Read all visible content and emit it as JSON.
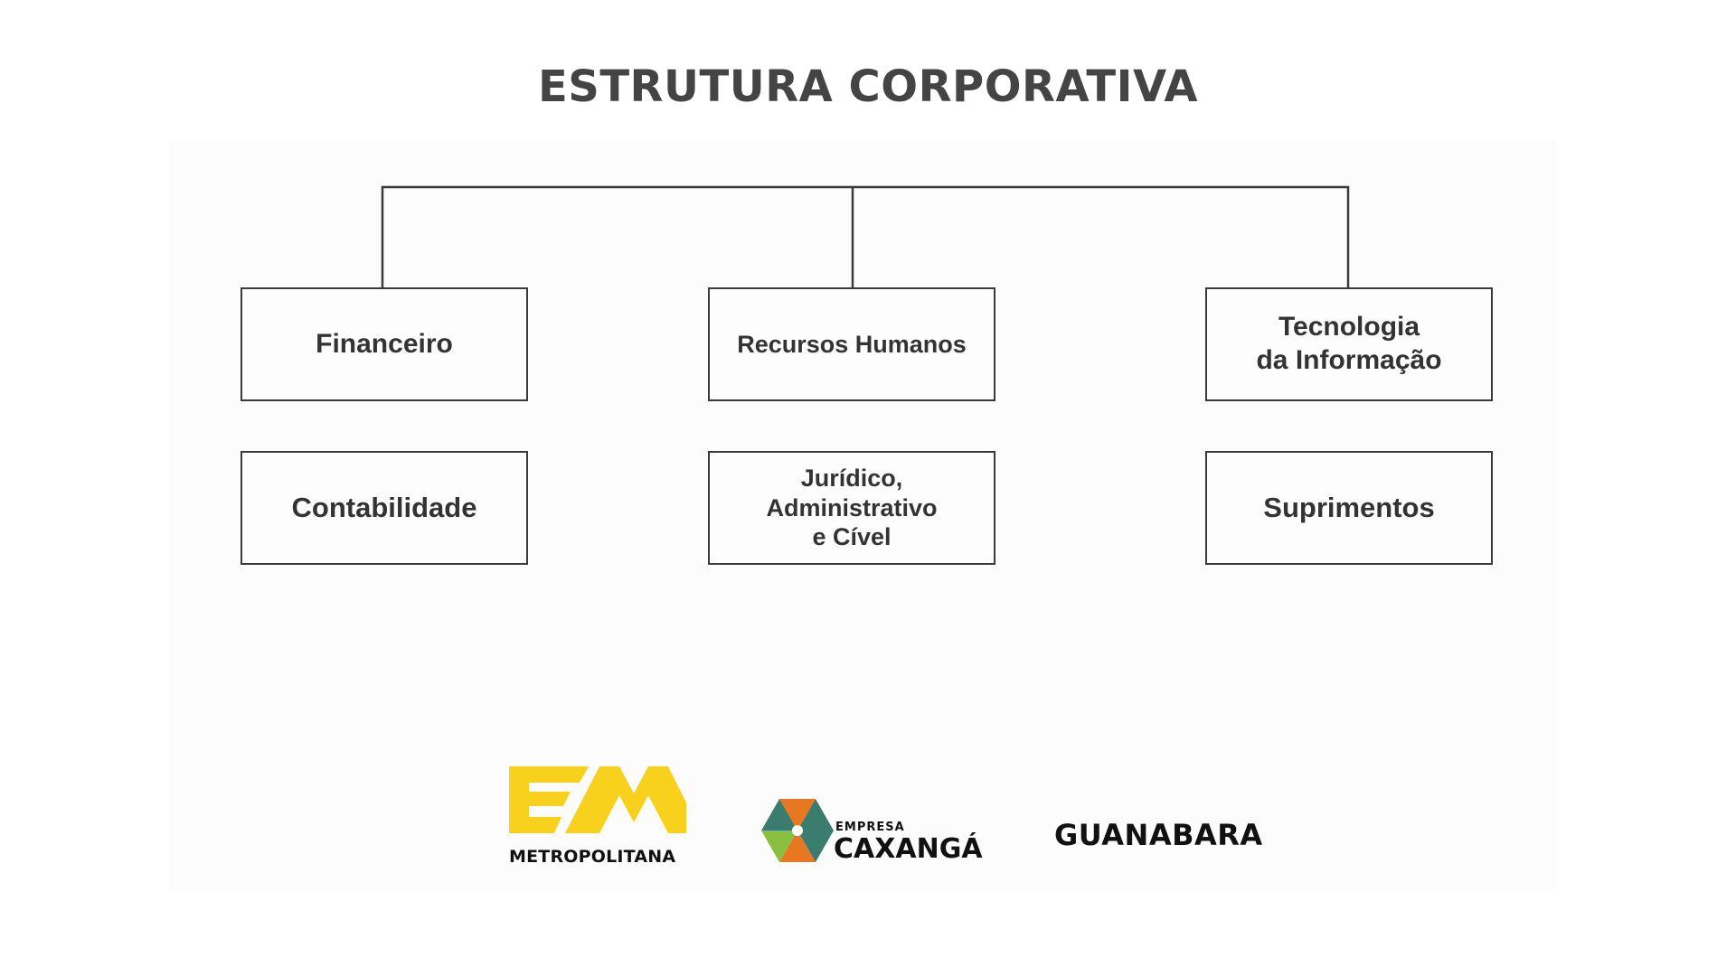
{
  "title": "ESTRUTURA CORPORATIVA",
  "departments": [
    {
      "label": "Financeiro"
    },
    {
      "label": "Recursos Humanos"
    },
    {
      "label": "Tecnologia\nda Informação"
    },
    {
      "label": "Contabilidade"
    },
    {
      "label": "Jurídico,\nAdministrativo\ne Cível"
    },
    {
      "label": "Suprimentos"
    }
  ],
  "logos": {
    "metropolitana": {
      "text": "METROPOLITANA",
      "color": "#f7d11b"
    },
    "caxanga": {
      "prefix": "EMPRESA",
      "name": "CAXANGÁ",
      "colors": [
        "#e87722",
        "#3a7d6e",
        "#8bbf3f"
      ]
    },
    "guanabara": {
      "name": "GUANABARA"
    }
  },
  "colors": {
    "line": "#3a3a3a",
    "title": "#444444"
  }
}
